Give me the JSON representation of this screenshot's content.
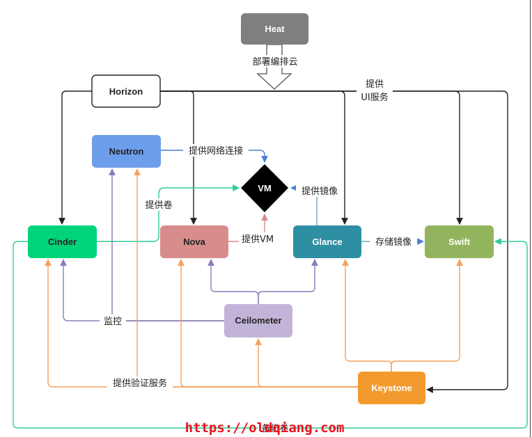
{
  "nodes": {
    "heat": "Heat",
    "horizon": "Horizon",
    "neutron": "Neutron",
    "vm": "VM",
    "cinder": "Cinder",
    "nova": "Nova",
    "glance": "Glance",
    "swift": "Swift",
    "ceilometer": "Ceilometer",
    "keystone": "Keystone"
  },
  "edge_labels": {
    "orchestrate": "部署编排云",
    "ui_service_1": "提供",
    "ui_service_2": "UI服务",
    "network": "提供网络连接",
    "image": "提供镜像",
    "volume": "提供卷",
    "provide_vm": "提供VM",
    "store_image": "存储镜像",
    "monitor": "监控",
    "auth": "提供验证服务",
    "backup": "备份卷"
  },
  "colors": {
    "heat": "#7f7f7f",
    "neutron": "#6d9eeb",
    "cinder": "#00d47a",
    "nova": "#d98c8c",
    "glance": "#2e8fa3",
    "swift": "#93b45e",
    "ceilometer": "#c2b4d8",
    "keystone": "#f39a2e",
    "line_black": "#222222",
    "line_green": "#2ecc8f",
    "line_purple": "#8e79b8",
    "line_orange": "#f5a05a",
    "line_blue": "#4a7fd6",
    "line_red": "#d68a8a",
    "line_teal": "#66aab2",
    "watermark": "#e8121d"
  },
  "watermark": "https://oldqiang.com"
}
